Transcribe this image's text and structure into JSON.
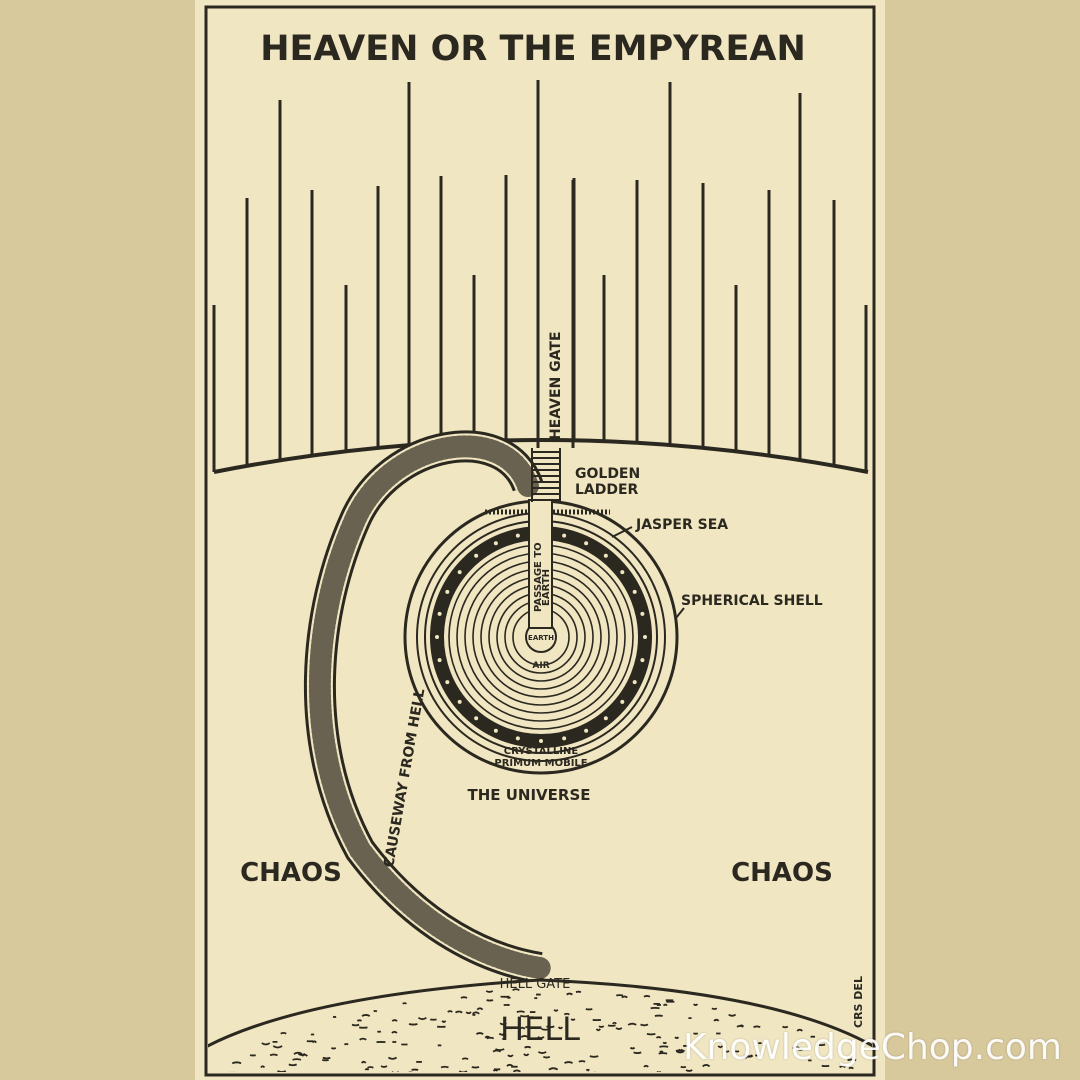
{
  "diagram": {
    "title": "HEAVEN OR THE EMPYREAN",
    "labels": {
      "heaven_gate": "HEAVEN GATE",
      "golden_ladder_1": "GOLDEN",
      "golden_ladder_2": "LADDER",
      "jasper_sea": "JASPER SEA",
      "spherical_shell": "SPHERICAL SHELL",
      "passage_1": "PASSAGE TO",
      "passage_2": "EARTH",
      "earth": "EARTH",
      "air": "AIR",
      "crystalline": "CRYSTALLINE",
      "primum_mobile": "PRIMUM MOBILE",
      "the_universe": "THE UNIVERSE",
      "causeway": "CAUSEWAY FROM HELL",
      "chaos_left": "CHAOS",
      "chaos_right": "CHAOS",
      "hell_gate": "HELL GATE",
      "hell": "HELL",
      "signature": "CRS DEL"
    },
    "colors": {
      "ink": "#2b2820",
      "paper": "#f1e6c2",
      "border": "#d8c99c"
    }
  },
  "watermark": "KnowledgeChop.com"
}
